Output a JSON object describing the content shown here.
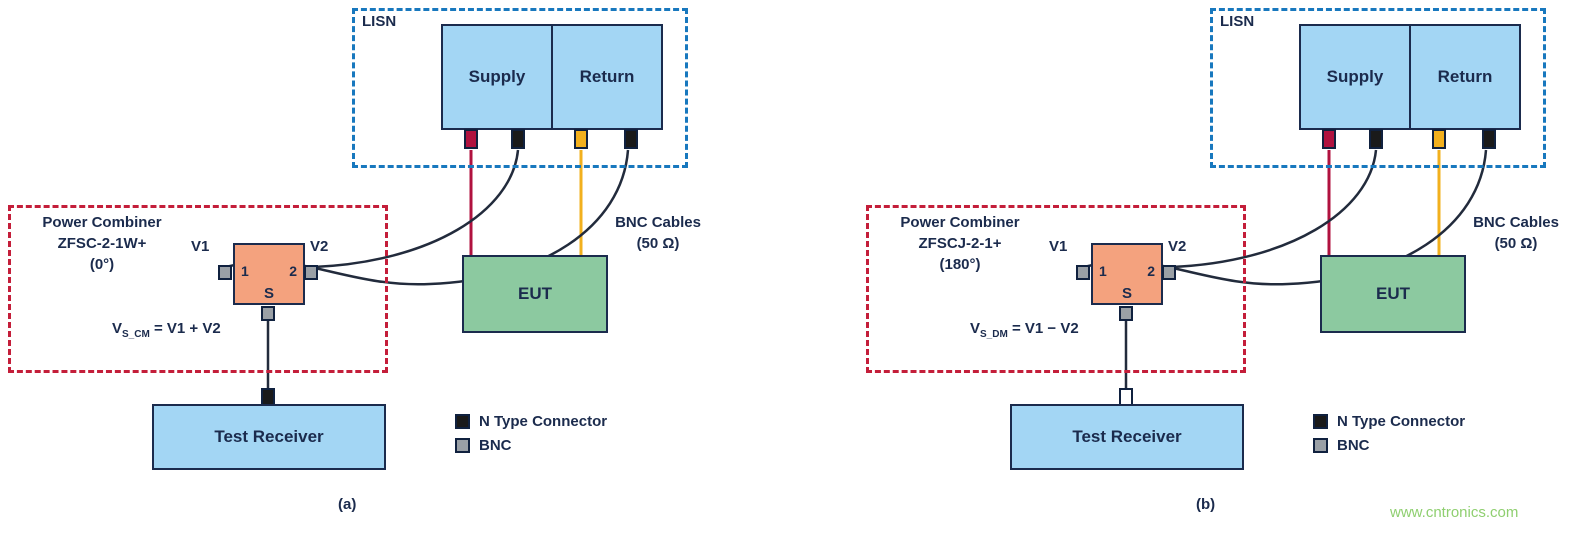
{
  "colors": {
    "ink": "#1b2b4d",
    "light_blue": "#a3d6f4",
    "green": "#8cc9a0",
    "orange": "#f4a27e",
    "lisn_border_blue": "#1878be",
    "combiner_border_red": "#c41e3a",
    "crimson_connector": "#b0123f",
    "gold_connector": "#f2b01e",
    "black_connector": "#1a1a1a",
    "bnc_gray": "#9aa0a6",
    "white_connector": "#ffffff",
    "watermark_green": "#8fcf70"
  },
  "watermark": "www.cntronics.com",
  "legend": {
    "n_type_label": "N Type Connector",
    "bnc_label": "BNC"
  },
  "diagrams": [
    {
      "caption": "(a)",
      "lisn_label": "LISN",
      "supply_label": "Supply",
      "return_label": "Return",
      "combiner_title1": "Power Combiner",
      "combiner_title2": "ZFSC-2-1W+",
      "combiner_title3": "(0°)",
      "v1_label": "V1",
      "v2_label": "V2",
      "port1_label": "1",
      "port2_label": "2",
      "ports_label": "S",
      "formula_v": "V",
      "formula_sub": "S_CM",
      "formula_rest": " = V1 + V2",
      "eut_label": "EUT",
      "receiver_label": "Test Receiver",
      "bnc_cables_1": "BNC Cables",
      "bnc_cables_2": "(50 Ω)",
      "receiver_connector_fill": "#1a1a1a"
    },
    {
      "caption": "(b)",
      "lisn_label": "LISN",
      "supply_label": "Supply",
      "return_label": "Return",
      "combiner_title1": "Power Combiner",
      "combiner_title2": "ZFSCJ-2-1+",
      "combiner_title3": "(180°)",
      "v1_label": "V1",
      "v2_label": "V2",
      "port1_label": "1",
      "port2_label": "2",
      "ports_label": "S",
      "formula_v": "V",
      "formula_sub": "S_DM",
      "formula_rest": " = V1 − V2",
      "eut_label": "EUT",
      "receiver_label": "Test Receiver",
      "bnc_cables_1": "BNC Cables",
      "bnc_cables_2": "(50 Ω)",
      "receiver_connector_fill": "#ffffff"
    }
  ]
}
